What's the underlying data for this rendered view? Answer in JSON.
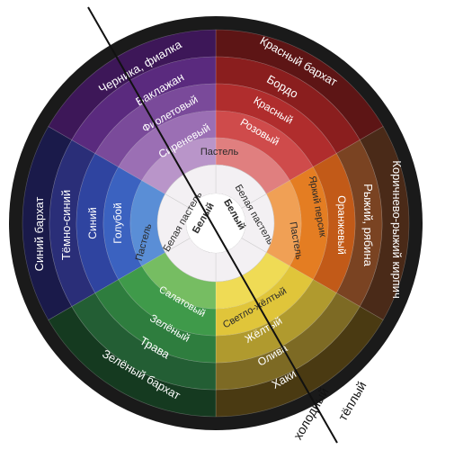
{
  "wheel": {
    "sectors": {
      "purple": {
        "color_outer": "#3d1758",
        "colors": [
          "#5a2a7e",
          "#7a4a9a",
          "#9b6fb4",
          "#b995c9",
          "#d3bade"
        ],
        "labels": [
          "Черника, фиалка",
          "Баклажан",
          "Фиолетовый",
          "Сиреневый"
        ]
      },
      "red": {
        "color_outer": "#5d1515",
        "colors": [
          "#8a1e1e",
          "#b02d2d",
          "#cf4b4b",
          "#e07f7f",
          "#eeb3b3"
        ],
        "labels": [
          "Красный бархат",
          "Бордо",
          "Красный",
          "Розовый"
        ]
      },
      "orange": {
        "color_outer": "#4a2a18",
        "colors": [
          "#7a4322",
          "#c25a18",
          "#e47d22",
          "#f0a055",
          "#f6c690"
        ],
        "labels": [
          "Коричнево-рыжий кирпич",
          "Рыжий, рябина",
          "Оранжевый",
          "Яркий персик"
        ]
      },
      "yellow": {
        "color_outer": "#4a3a12",
        "colors": [
          "#7d6a24",
          "#b09a2e",
          "#e0c53a",
          "#efdb55",
          "#f7ec99"
        ],
        "labels": [
          "Хаки",
          "Олива",
          "Жёлтый",
          "Светло-жёлтый"
        ]
      },
      "green": {
        "color_outer": "#153a20",
        "colors": [
          "#235e34",
          "#2e7d3e",
          "#3f9a4a",
          "#76bd62",
          "#a9d68f"
        ],
        "labels": [
          "Зелёный бархат",
          "Трава",
          "Зелёный",
          "Салатовый"
        ]
      },
      "blue": {
        "color_outer": "#1a1a4a",
        "colors": [
          "#2a2e78",
          "#2f44a0",
          "#3b62c0",
          "#5a8ed6",
          "#97bde8"
        ],
        "labels": [
          "Синий бархат",
          "Тёмно-синий",
          "Синий",
          "Голубой"
        ]
      }
    },
    "pastel_ring_labels": {
      "pastel_top": "Пастель",
      "pastel_right": "Пастель",
      "pastel_left": "Пастель"
    },
    "white_pastel_labels": {
      "left": "Белая пастель",
      "right": "Белая пастель"
    },
    "center_labels": {
      "left": "Белый",
      "right": "Белый"
    },
    "divider": {
      "cold_label": "холодный",
      "warm_label": "тёплый"
    }
  }
}
